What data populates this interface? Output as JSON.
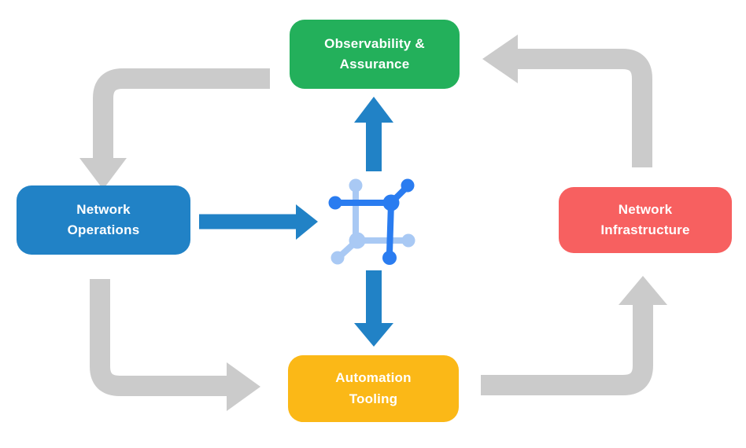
{
  "nodes": {
    "observability": {
      "label": "Observability &\nAssurance",
      "color": "#23B05B"
    },
    "operations": {
      "label": "Network\nOperations",
      "color": "#2182C6"
    },
    "infrastructure": {
      "label": "Network\nInfrastructure",
      "color": "#F76060"
    },
    "automation": {
      "label": "Automation\nTooling",
      "color": "#FBB817"
    }
  },
  "center_icon": {
    "name": "network-hub-icon"
  },
  "colors": {
    "arrow_gray": "#CBCBCB",
    "arrow_blue": "#2182C6",
    "icon_dark_blue": "#2A7CF0",
    "icon_light_blue": "#A9C9F4",
    "node_text": "#FFFFFF",
    "background": "#FFFFFF"
  },
  "edges": [
    {
      "from": "Observability & Assurance",
      "to": "Network Operations",
      "style": "gray-cycle"
    },
    {
      "from": "Network Operations",
      "to": "Automation Tooling",
      "style": "gray-cycle"
    },
    {
      "from": "Automation Tooling",
      "to": "Network Infrastructure",
      "style": "gray-cycle"
    },
    {
      "from": "Network Infrastructure",
      "to": "Observability & Assurance",
      "style": "gray-cycle"
    },
    {
      "from": "Network Operations",
      "to": "network-hub-icon",
      "style": "blue"
    },
    {
      "from": "network-hub-icon",
      "to": "Observability & Assurance",
      "style": "blue"
    },
    {
      "from": "network-hub-icon",
      "to": "Automation Tooling",
      "style": "blue"
    }
  ]
}
